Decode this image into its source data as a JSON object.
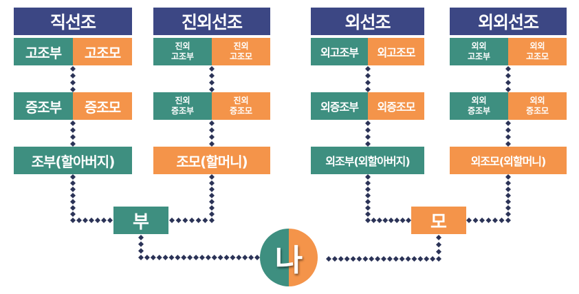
{
  "paternal_direct": {
    "header": "직선조",
    "great_great": {
      "father": "고조부",
      "mother": "고조모"
    },
    "great": {
      "father": "증조부",
      "mother": "증조모"
    },
    "grandfather": "조부(할아버지)"
  },
  "paternal_grandmother_line": {
    "header": "진외선조",
    "great_great": {
      "father": "진외\n고조부",
      "mother": "진외\n고조모"
    },
    "great": {
      "father": "진외\n증조부",
      "mother": "진외\n증조모"
    },
    "grandmother": "조모(할머니)"
  },
  "maternal_direct": {
    "header": "외선조",
    "great_great": {
      "father": "외고조부",
      "mother": "외고조모"
    },
    "great": {
      "father": "외증조부",
      "mother": "외증조모"
    },
    "grandfather": "외조부(외할아버지)"
  },
  "maternal_grandmother_line": {
    "header": "외외선조",
    "great_great": {
      "father": "외외\n고조부",
      "mother": "외외\n고조모"
    },
    "great": {
      "father": "외외\n증조부",
      "mother": "외외\n증조모"
    },
    "grandmother": "외조모(외할머니)"
  },
  "father": "부",
  "mother": "모",
  "self": "나",
  "colors": {
    "header": "#3c4784",
    "male": "#3e8f80",
    "female": "#f4944a",
    "connector": "#2b3357"
  }
}
